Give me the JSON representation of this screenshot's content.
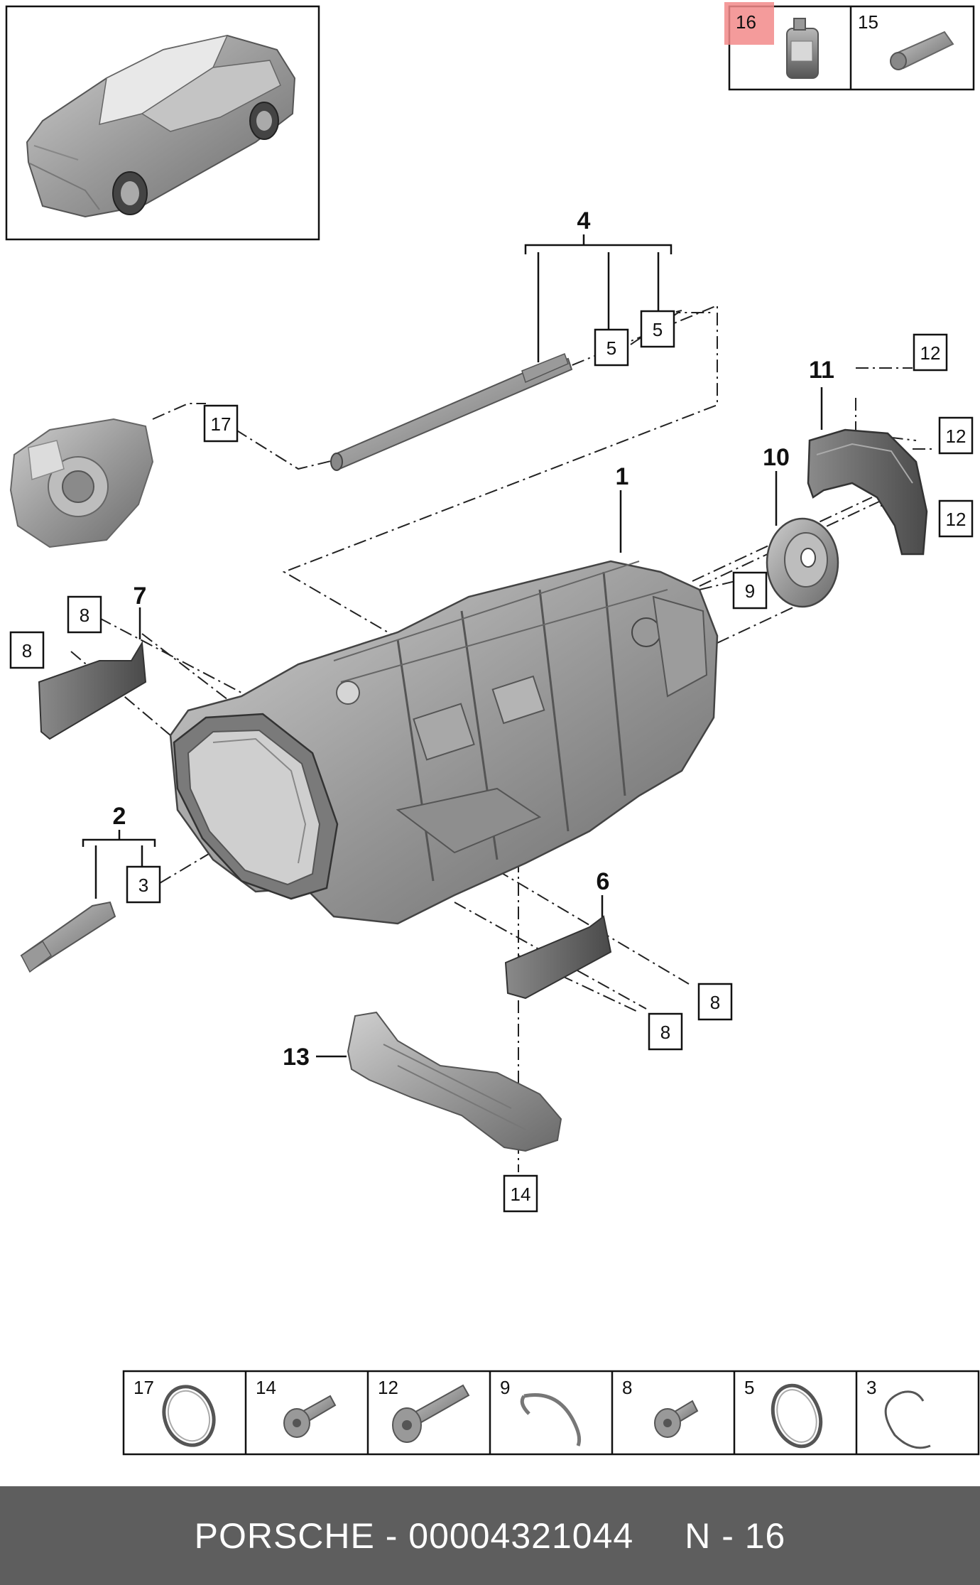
{
  "diagram": {
    "callouts": {
      "c1": "1",
      "c2": "2",
      "c3": "3",
      "c4": "4",
      "c5a": "5",
      "c5b": "5",
      "c6": "6",
      "c7": "7",
      "c8a": "8",
      "c8b": "8",
      "c8c": "8",
      "c8d": "8",
      "c9": "9",
      "c10": "10",
      "c11": "11",
      "c12a": "12",
      "c12b": "12",
      "c12c": "12",
      "c13": "13",
      "c14": "14",
      "c17": "17"
    },
    "top_parts": [
      {
        "num": "16",
        "icon": "oil-bottle-icon",
        "highlight": "#f28a8a"
      },
      {
        "num": "15",
        "icon": "grease-tube-icon"
      }
    ],
    "legend": [
      {
        "num": "17",
        "icon": "o-ring-icon"
      },
      {
        "num": "14",
        "icon": "torx-bolt-icon"
      },
      {
        "num": "12",
        "icon": "long-bolt-icon"
      },
      {
        "num": "9",
        "icon": "circlip-icon"
      },
      {
        "num": "8",
        "icon": "short-bolt-icon"
      },
      {
        "num": "5",
        "icon": "o-ring-icon"
      },
      {
        "num": "3",
        "icon": "snap-ring-icon"
      }
    ]
  },
  "footer": {
    "brand_part": "PORSCHE - 00004321044",
    "page": "N - 16"
  }
}
